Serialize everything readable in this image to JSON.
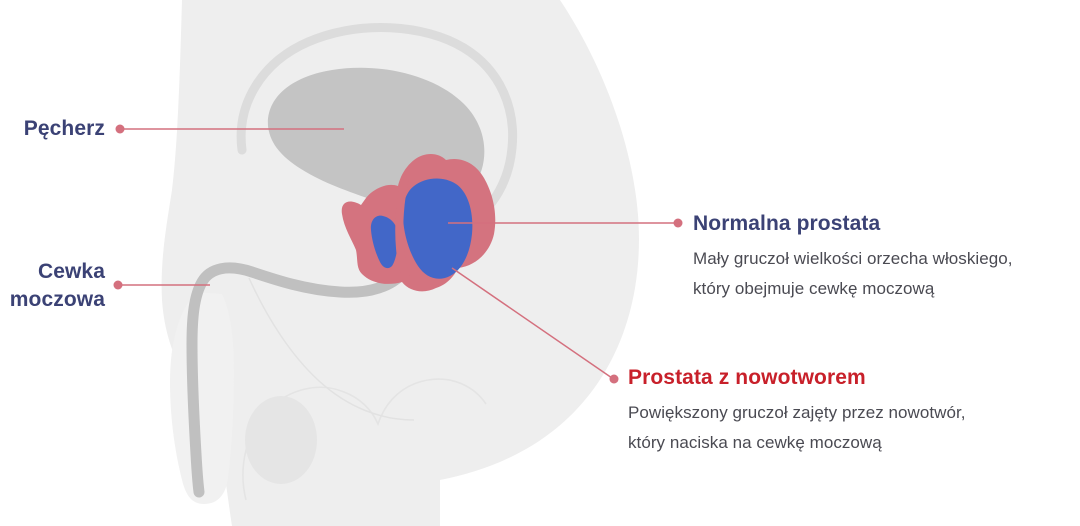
{
  "diagram": {
    "title": "Prostata - budowa i nowotwor",
    "background_color": "#ffffff",
    "colors": {
      "body_silhouette": "#eeeeee",
      "bladder": "#c4c4c4",
      "bladder_outline": "#dcdcdc",
      "urethra_tube": "#c0c0c0",
      "tumor_prostate": "#d4737f",
      "normal_prostate": "#4267c8",
      "leader_line": "#d4707e",
      "leader_dot": "#d4707e",
      "heading_navy": "#3b4275",
      "heading_red": "#c8202a",
      "body_text": "#4a4a52"
    }
  },
  "labels": {
    "bladder": {
      "text": "Pęcherz",
      "lines": [
        "Pęcherz"
      ],
      "color": "#3b4275",
      "side": "left"
    },
    "urethra": {
      "text": "Cewka moczowa",
      "lines": [
        "Cewka",
        "moczowa"
      ],
      "color": "#3b4275",
      "side": "left"
    }
  },
  "callouts": [
    {
      "id": "normal-prostate",
      "title": "Normalna prostata",
      "title_color": "#3b4275",
      "description_lines": [
        "Mały gruczoł wielkości orzecha włoskiego,",
        "który obejmuje cewkę moczową"
      ]
    },
    {
      "id": "tumor-prostate",
      "title": "Prostata z nowotworem",
      "title_color": "#c8202a",
      "description_lines": [
        "Powiększony gruczoł zajęty przez nowotwór,",
        "który naciska na cewkę moczową"
      ]
    }
  ],
  "anatomy_parts": [
    {
      "name": "body-silhouette",
      "label": "Sylwetka ciała"
    },
    {
      "name": "bladder",
      "label": "Pęcherz moczowy"
    },
    {
      "name": "urethra",
      "label": "Cewka moczowa"
    },
    {
      "name": "normal-prostate",
      "label": "Normalna prostata"
    },
    {
      "name": "tumor-prostate",
      "label": "Prostata z nowotworem"
    },
    {
      "name": "testicle",
      "label": "Jądro"
    }
  ]
}
